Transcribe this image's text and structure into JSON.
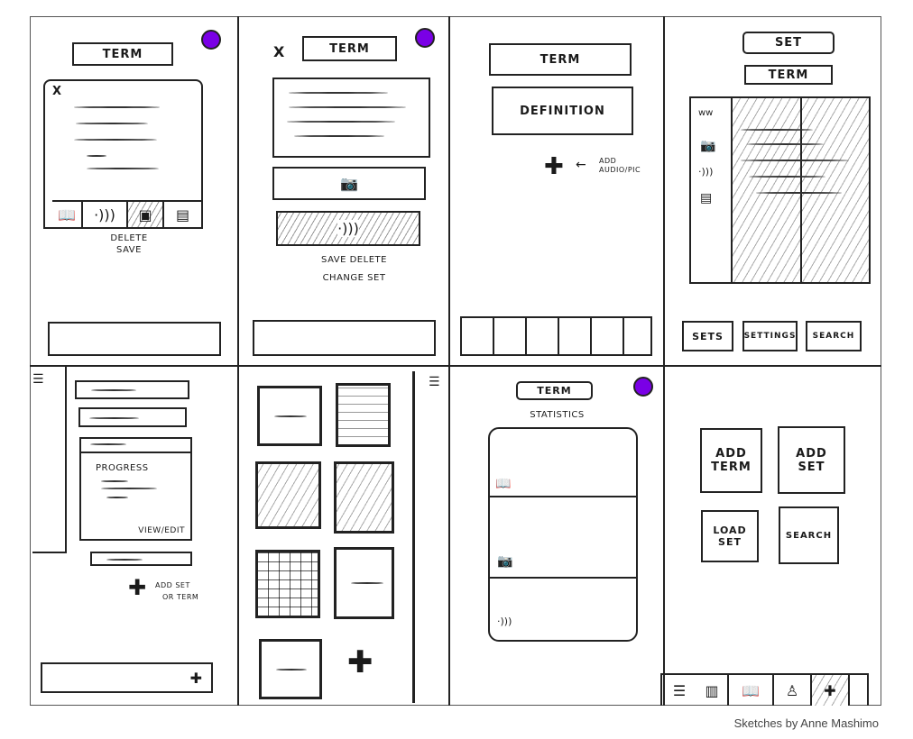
{
  "accent_color": "#7a00e6",
  "caption": "Sketches by Anne Mashimo",
  "screens": {
    "term_card": {
      "title": "TERM",
      "close": "X",
      "actions": [
        "DELETE",
        "SAVE"
      ],
      "icons": [
        "book-icon",
        "audio-icon",
        "photo-icon",
        "gallery-icon"
      ]
    },
    "term_edit": {
      "close": "X",
      "title": "TERM",
      "actions_line1": "SAVE DELETE",
      "actions_line2": "CHANGE SET",
      "icons": [
        "camera-icon",
        "audio-icon"
      ]
    },
    "term_create": {
      "term": "TERM",
      "definition": "DEFINITION",
      "add_note": "ADD AUDIO/PIC",
      "icons": [
        "plus-icon",
        "arrow-icon"
      ]
    },
    "set_view": {
      "set": "SET",
      "term": "TERM",
      "nav": [
        "SETS",
        "SETTINGS",
        "SEARCH"
      ],
      "icons": [
        "text-icon",
        "camera-icon",
        "audio-icon",
        "gallery-icon"
      ]
    },
    "set_list": {
      "progress": "PROGRESS",
      "view_edit": "VIEW/EDIT",
      "add_line1": "ADD SET",
      "add_line2": "OR TERM",
      "icons": [
        "menu-icon",
        "plus-icon"
      ]
    },
    "tile_grid": {
      "icons": [
        "plus-icon",
        "menu-icon"
      ]
    },
    "statistics": {
      "term": "TERM",
      "title": "STATISTICS",
      "icons": [
        "book-icon",
        "camera-icon",
        "audio-icon"
      ]
    },
    "home": {
      "tiles": [
        {
          "line1": "ADD",
          "line2": "TERM"
        },
        {
          "line1": "ADD",
          "line2": "SET"
        },
        {
          "line1": "LOAD",
          "line2": "SET"
        },
        {
          "line1": "SEARCH",
          "line2": ""
        }
      ],
      "nav_icons": [
        "menu-icon",
        "sets-icon",
        "book-icon",
        "profile-icon",
        "plus-icon"
      ]
    }
  }
}
